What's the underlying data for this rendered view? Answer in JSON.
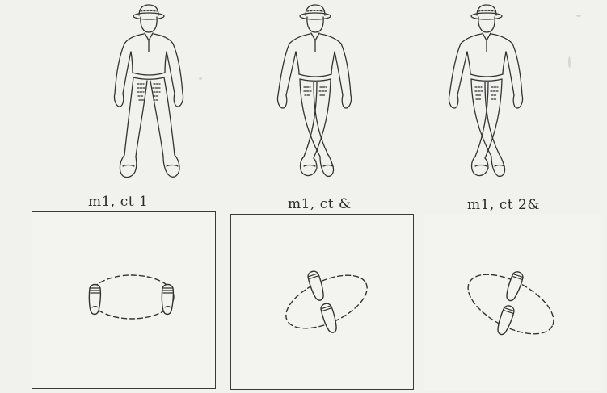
{
  "panels": [
    {
      "label": "m1, ct 1"
    },
    {
      "label": "m1, ct &"
    },
    {
      "label": "m1, ct 2&"
    }
  ],
  "ink_color": "#333333",
  "paper_color": "#f1f1ee"
}
